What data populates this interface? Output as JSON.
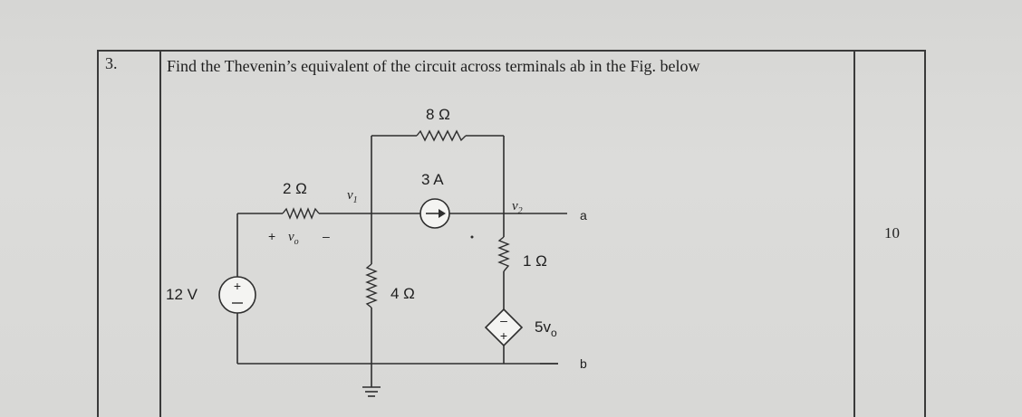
{
  "question": {
    "number": "3.",
    "text": "Find the Thevenin’s equivalent of the circuit across terminals ab in the Fig. below",
    "marks": "10"
  },
  "circuit": {
    "r_top": "8 Ω",
    "r_2": "2 Ω",
    "r_4": "4 Ω",
    "r_1": "1 Ω",
    "source_label": "12 V",
    "current_source": "3 A",
    "dep_source": "5v",
    "dep_sub": "o",
    "node_v1": "v",
    "node_v1_sub": "1",
    "node_v2": "v",
    "node_v2_sub": "2",
    "vo_plus": "+",
    "vo_var": "v",
    "vo_sub": "o",
    "vo_minus": "–",
    "terminal_a": "a",
    "terminal_b": "b"
  }
}
